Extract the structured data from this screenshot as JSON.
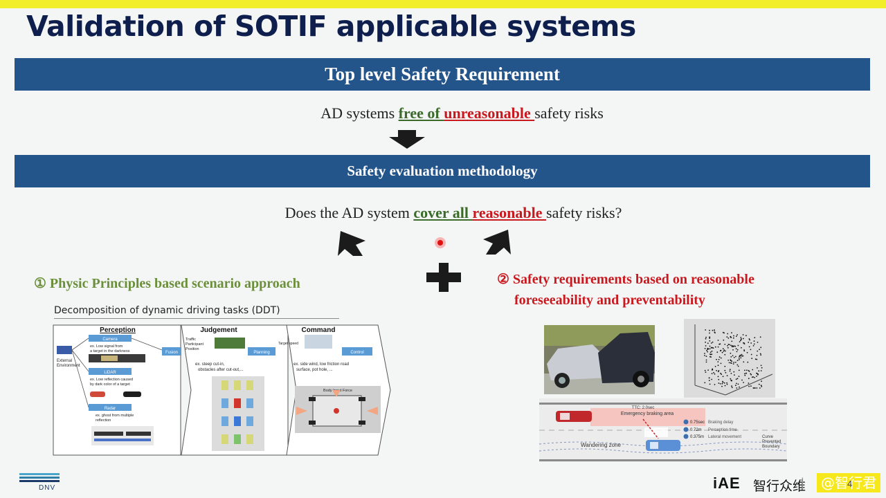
{
  "slide": {
    "title": "Validation of SOTIF applicable systems",
    "band_top": "Top level Safety Requirement",
    "statement1": {
      "pre": "AD systems ",
      "green": "free of ",
      "red": "unreasonable ",
      "post": "safety risks"
    },
    "band_mid": "Safety evaluation methodology",
    "statement2": {
      "pre": "Does the AD system ",
      "green": "cover all ",
      "red": "reasonable ",
      "post": "safety risks?"
    },
    "approach1": "① Physic Principles based scenario approach",
    "approach2_line1": "② Safety requirements based  on reasonable",
    "approach2_line2": "foreseeability and preventability",
    "ddt": {
      "title": "Decomposition of dynamic driving tasks (DDT)",
      "col_perception": "Perception",
      "col_judgement": "Judgement",
      "col_command": "Command",
      "camera": "Camera",
      "camera_ex1": "ex. Low signal from",
      "camera_ex2": "a target in the darkness",
      "lidar": "LiDAR",
      "lidar_ex1": "ex. Low reflection caused",
      "lidar_ex2": "by dark color of a target",
      "radar": "Radar",
      "radar_ex1": "ex. ghost from multiple",
      "radar_ex2": "reflection",
      "external1": "External",
      "external2": "Environment",
      "fusion": "Fusion",
      "planning": "Planning",
      "control": "Control",
      "traffic1": "Traffic",
      "traffic2": "Participant",
      "traffic3": "Position",
      "target_speed": "Target speed",
      "judg_ex1": "ex. steep cut-in,",
      "judg_ex2": "obstacles after cut-out,...",
      "cmd_ex1": "ex. side wind, low friction road",
      "cmd_ex2": "surface, pot hole, ...",
      "body_force": "Body Input Force"
    },
    "diagram": {
      "ttc": "TTC: 2.0sec",
      "braking_area": "Emergency braking area",
      "wandering_zone": "Wandering zone",
      "b_label": "0.75sec",
      "b_text": "Braking delay",
      "p_label": "0.72m",
      "p_text": "Perception time",
      "l_label": "0.375m",
      "l_text": "Lateral movement",
      "curve1": "Curve",
      "curve2": "Prevented",
      "curve3": "Boundary"
    },
    "footer": {
      "logo_text": "DNV",
      "brand": "iAE",
      "brand_cn": "智行众维",
      "separator": "|",
      "watermark": "@智行君",
      "page": "4"
    }
  }
}
